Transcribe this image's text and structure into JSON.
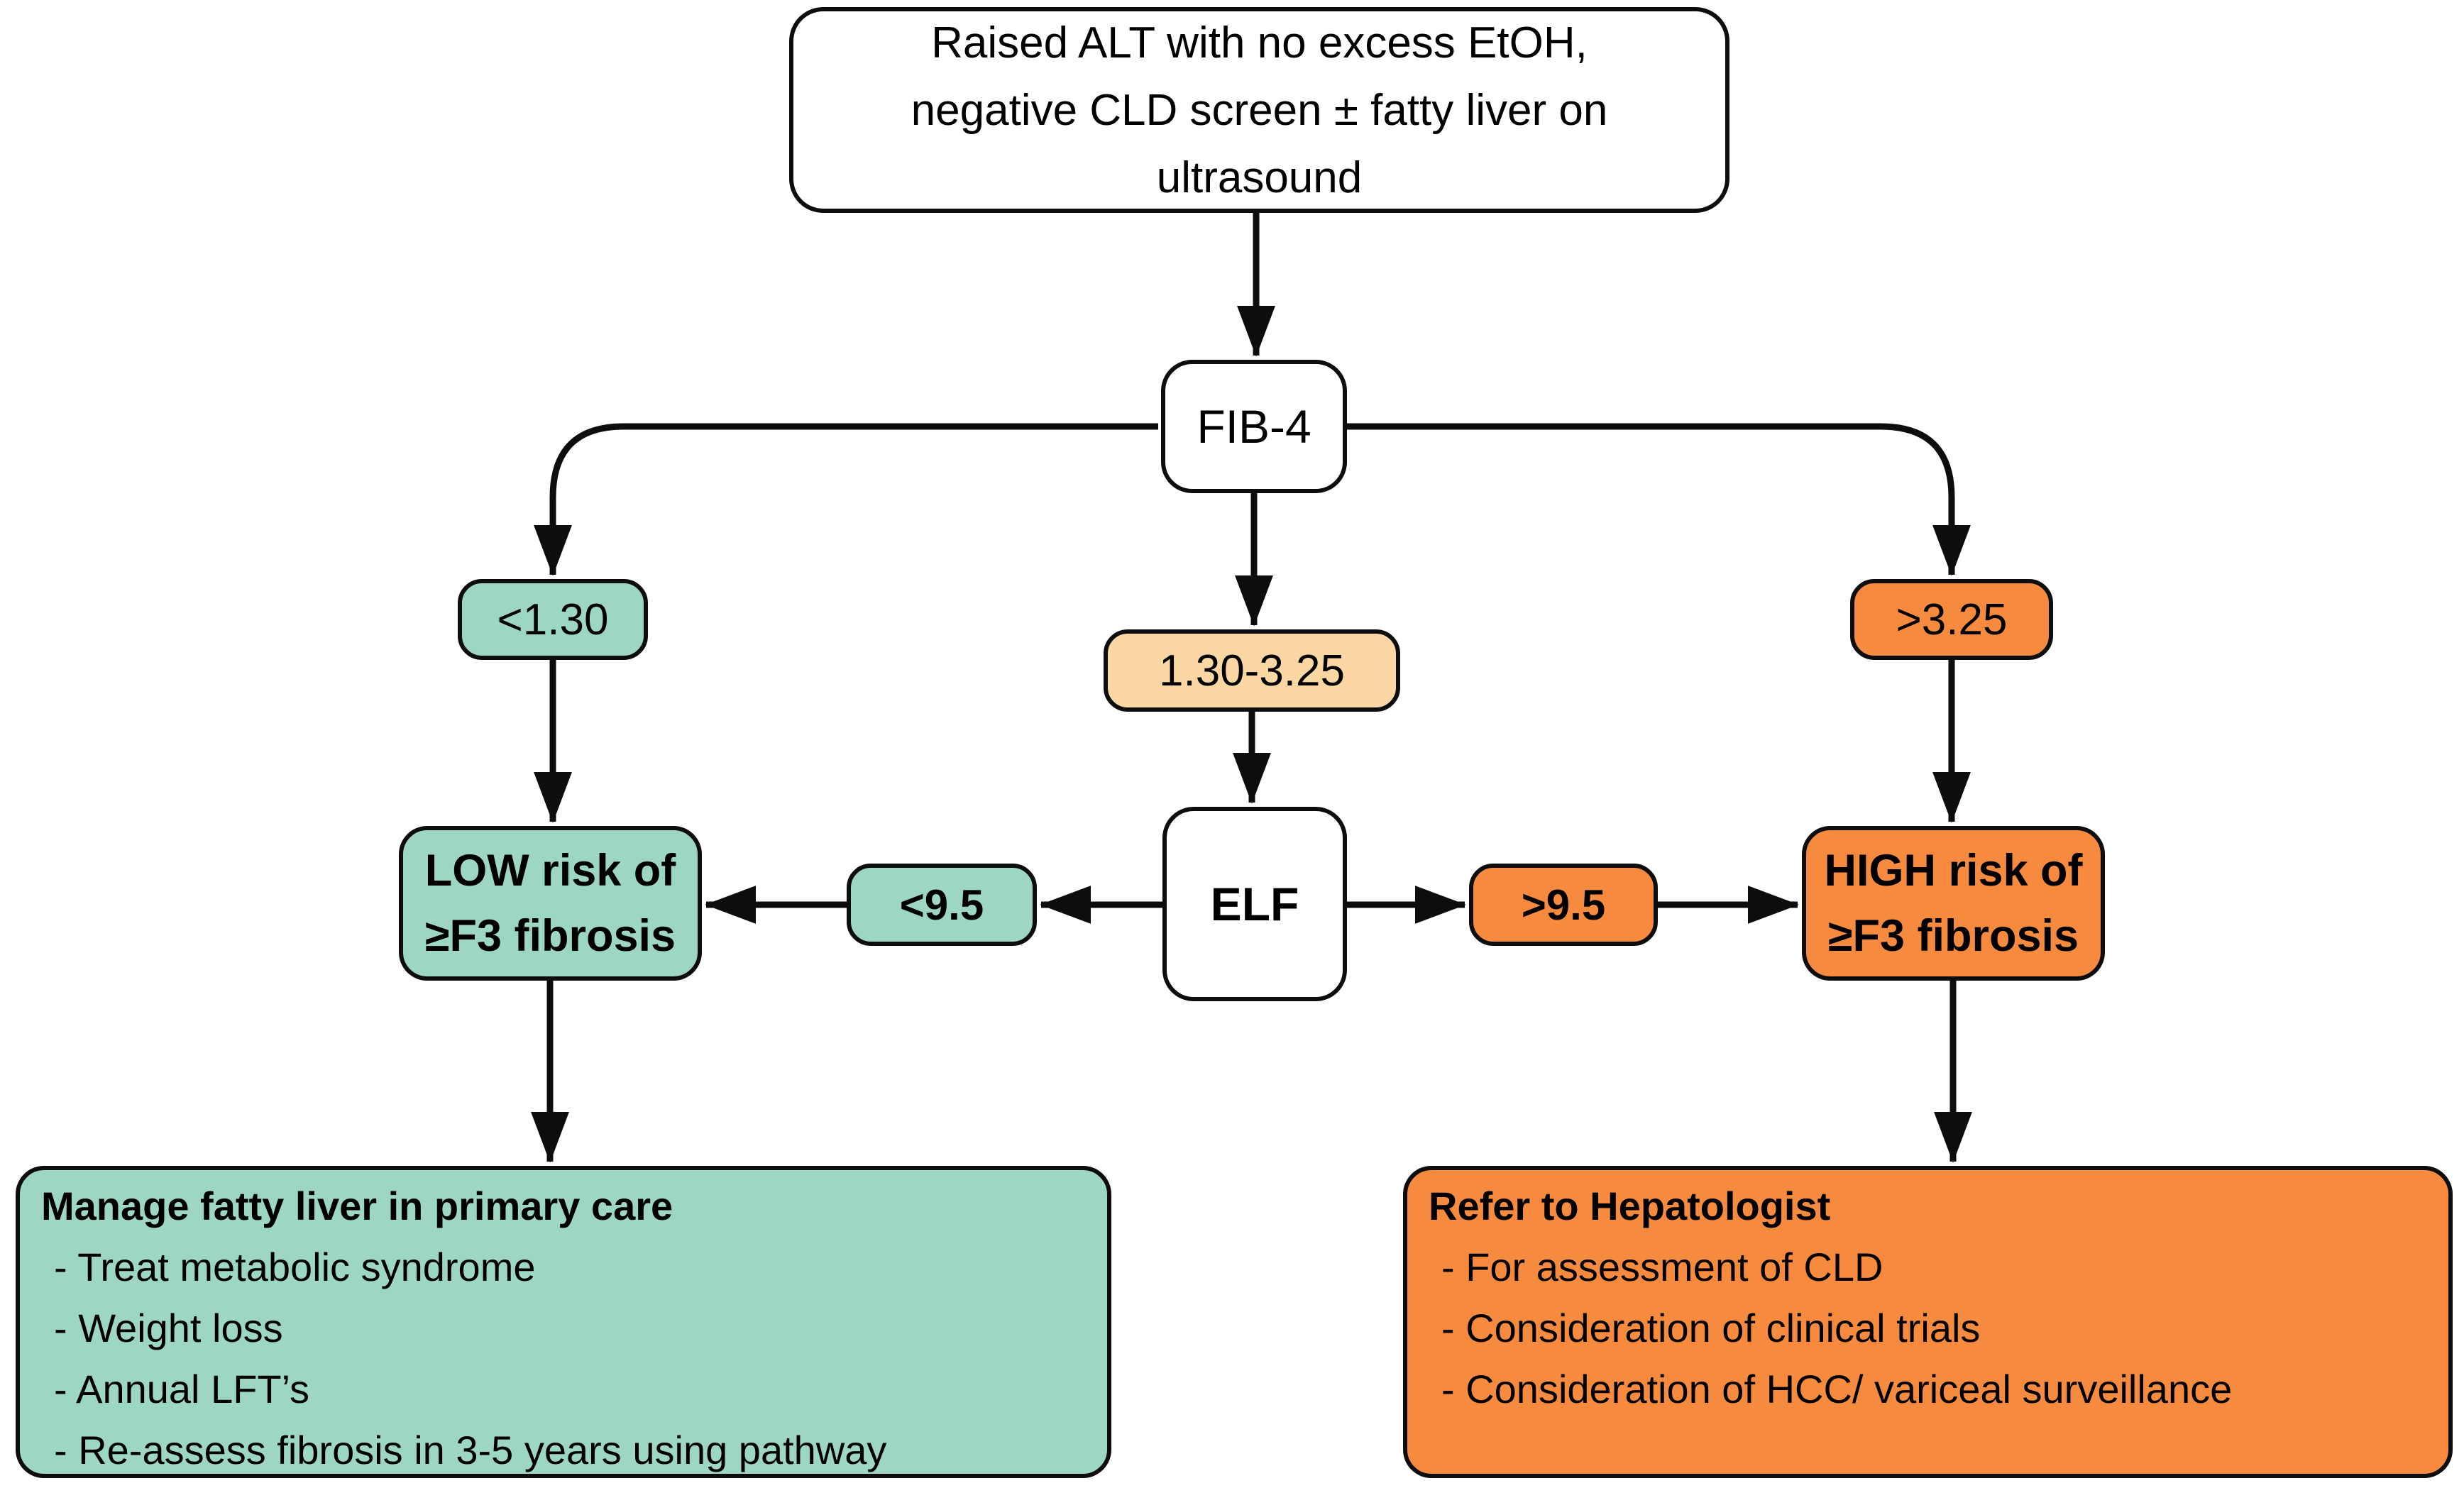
{
  "colors": {
    "background": "#ffffff",
    "teal": "#9DD7C2",
    "peach": "#FBD7A3",
    "orange": "#F68A3E",
    "line": "#000000"
  },
  "nodes": {
    "start": {
      "lines": [
        "Raised ALT with no excess EtOH,",
        "negative CLD screen ± fatty liver on",
        "ultrasound"
      ]
    },
    "fib4": {
      "label": "FIB-4"
    },
    "fib4_low": {
      "label": "<1.30"
    },
    "fib4_mid": {
      "label": "1.30-3.25"
    },
    "fib4_high": {
      "label": ">3.25"
    },
    "low_risk": {
      "lines": [
        "LOW risk of",
        "≥F3 fibrosis"
      ]
    },
    "elf": {
      "label": "ELF"
    },
    "elf_low": {
      "label": "<9.5"
    },
    "elf_high": {
      "label": ">9.5"
    },
    "high_risk": {
      "lines": [
        "HIGH risk of",
        "≥F3 fibrosis"
      ]
    },
    "manage": {
      "title": "Manage fatty liver in primary care",
      "items": [
        "- Treat metabolic syndrome",
        "- Weight loss",
        "- Annual LFT’s",
        "- Re-assess fibrosis in 3-5 years using pathway"
      ]
    },
    "refer": {
      "title": "Refer to Hepatologist",
      "items": [
        "- For assessment of CLD",
        "- Consideration of clinical trials",
        "- Consideration of HCC/ variceal surveillance"
      ]
    }
  }
}
